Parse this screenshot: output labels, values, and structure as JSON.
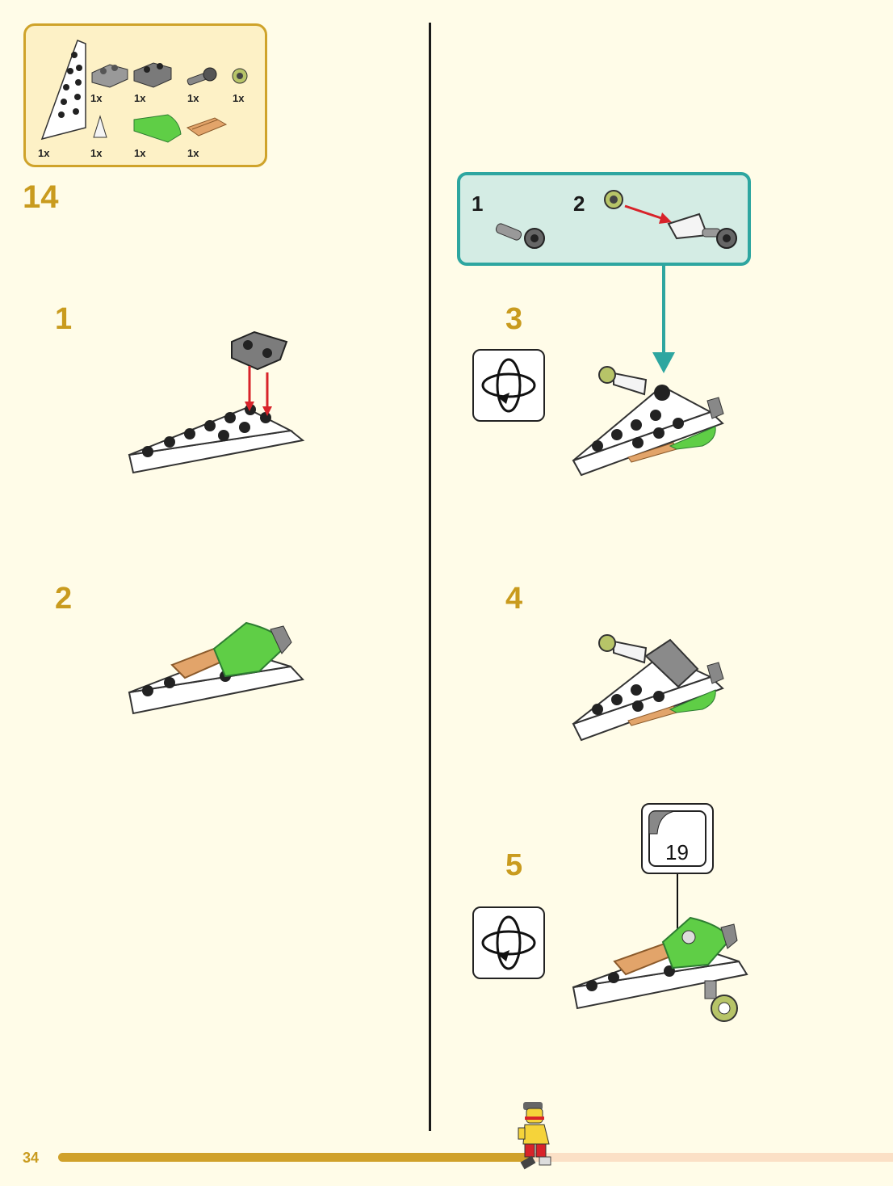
{
  "parts_box": {
    "quantities": [
      "1x",
      "1x",
      "1x",
      "1x",
      "1x",
      "1x",
      "1x",
      "1x"
    ]
  },
  "main_step": "14",
  "steps": {
    "s1": "1",
    "s2": "2",
    "s3": "3",
    "s4": "4",
    "s5": "5"
  },
  "substeps": {
    "a": "1",
    "b": "2"
  },
  "sticker": {
    "number": "19"
  },
  "page_number": "34",
  "colors": {
    "accent": "#c99b1e",
    "teal": "#2ea6a0",
    "green": "#5fce46",
    "arrow_red": "#d8232a",
    "background": "#fffce8"
  },
  "icons": [
    "rotate-model-icon",
    "sticker-icon",
    "minifigure-icon"
  ]
}
